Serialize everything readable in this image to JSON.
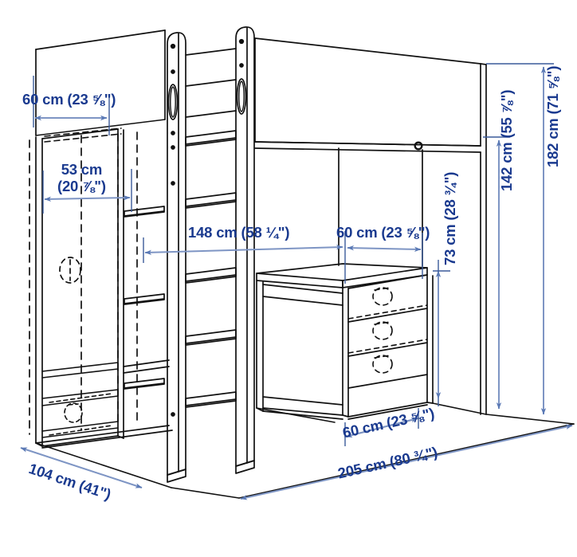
{
  "diagram": {
    "title": "Loft bed with desk and wardrobe - dimension drawing",
    "product_type": "loft-bed-combination",
    "line_color": "#000000",
    "dimension_color": "#1a3a8f",
    "arrow_color": "#7e95c4",
    "background_color": "#ffffff"
  },
  "dimensions": {
    "wardrobe_depth_top": {
      "label": "60 cm (23 ⅝\")",
      "cm": 60,
      "inches": "23 ⅝\"",
      "orientation": "horizontal"
    },
    "wardrobe_inner_width": {
      "label_line1": "53 cm",
      "label_line2": "(20 ⅞\")",
      "label": "53 cm (20 ⅞\")",
      "cm": 53,
      "inches": "20 ⅞\"",
      "orientation": "horizontal"
    },
    "desk_span_left": {
      "label": "148 cm (58 ¼\")",
      "cm": 148,
      "inches": "58 ¼\"",
      "orientation": "horizontal"
    },
    "desk_width_top": {
      "label": "60 cm (23 ⅝\")",
      "cm": 60,
      "inches": "23 ⅝\"",
      "orientation": "horizontal"
    },
    "desk_height": {
      "label": "73 cm (28 ¾\")",
      "cm": 73,
      "inches": "28 ¾\"",
      "orientation": "vertical"
    },
    "bed_base_height": {
      "label": "142 cm (55 ⅞\")",
      "cm": 142,
      "inches": "55 ⅞\"",
      "orientation": "vertical"
    },
    "total_height": {
      "label": "182 cm (71 ⅝\")",
      "cm": 182,
      "inches": "71 ⅝\"",
      "orientation": "vertical"
    },
    "total_depth": {
      "label": "104 cm (41\")",
      "cm": 104,
      "inches": "41\"",
      "orientation": "diagonal-depth"
    },
    "desk_depth_bottom": {
      "label": "60 cm (23 ⅝\")",
      "cm": 60,
      "inches": "23 ⅝\"",
      "orientation": "diagonal-depth"
    },
    "total_length": {
      "label": "205 cm (80 ¾\")",
      "cm": 205,
      "inches": "80 ¾\"",
      "orientation": "diagonal-length"
    }
  },
  "parts": {
    "wardrobe": "left-wardrobe-unit",
    "ladder": "center-ladder",
    "desk": "right-desk-unit",
    "drawer_unit": "three-drawer-chest",
    "bed_guard": "bed-guard-rail-panel",
    "hanging_rod": "wardrobe-hanging-rod"
  }
}
